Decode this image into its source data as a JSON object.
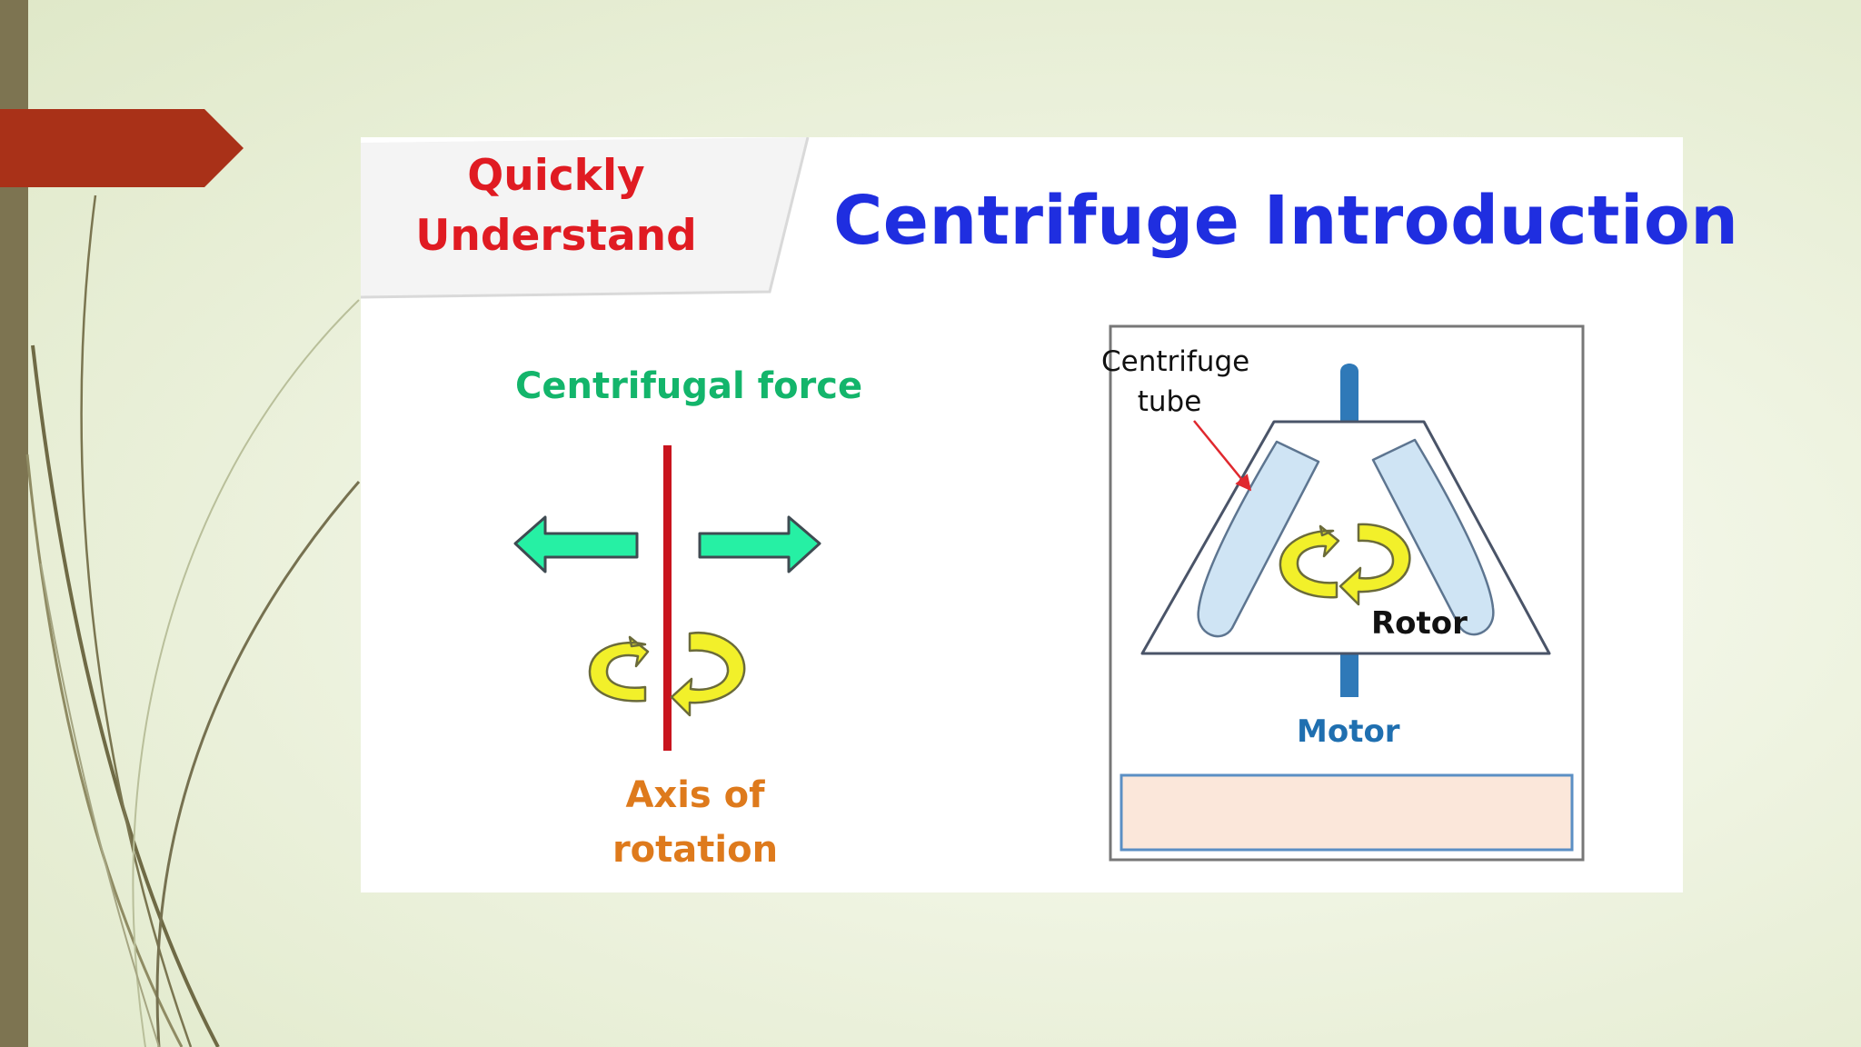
{
  "slide": {
    "badge_text": "Quickly Understand",
    "title": "Centrifuge Introduction"
  },
  "left_diagram": {
    "force_label": "Centrifugal force",
    "axis_label": "Axis of rotation"
  },
  "right_diagram": {
    "tube_label": "Centrifuge tube",
    "rotor_label": "Rotor",
    "motor_label": "Motor"
  },
  "colors": {
    "ribbon": "#a93118",
    "left_bar": "#7d7451",
    "title_blue": "#1f2ee0",
    "badge_red": "#e01b22",
    "force_green": "#13b56b",
    "arrow_green": "#26f0a4",
    "axis_red": "#c8141e",
    "axis_orange": "#de7a1c",
    "rotation_yellow": "#f2f02a",
    "tube_blue": "#cfe4f4",
    "shaft_blue": "#2f79b8",
    "motor_blue": "#1f6fb0",
    "base_peach": "#fbe7da"
  }
}
